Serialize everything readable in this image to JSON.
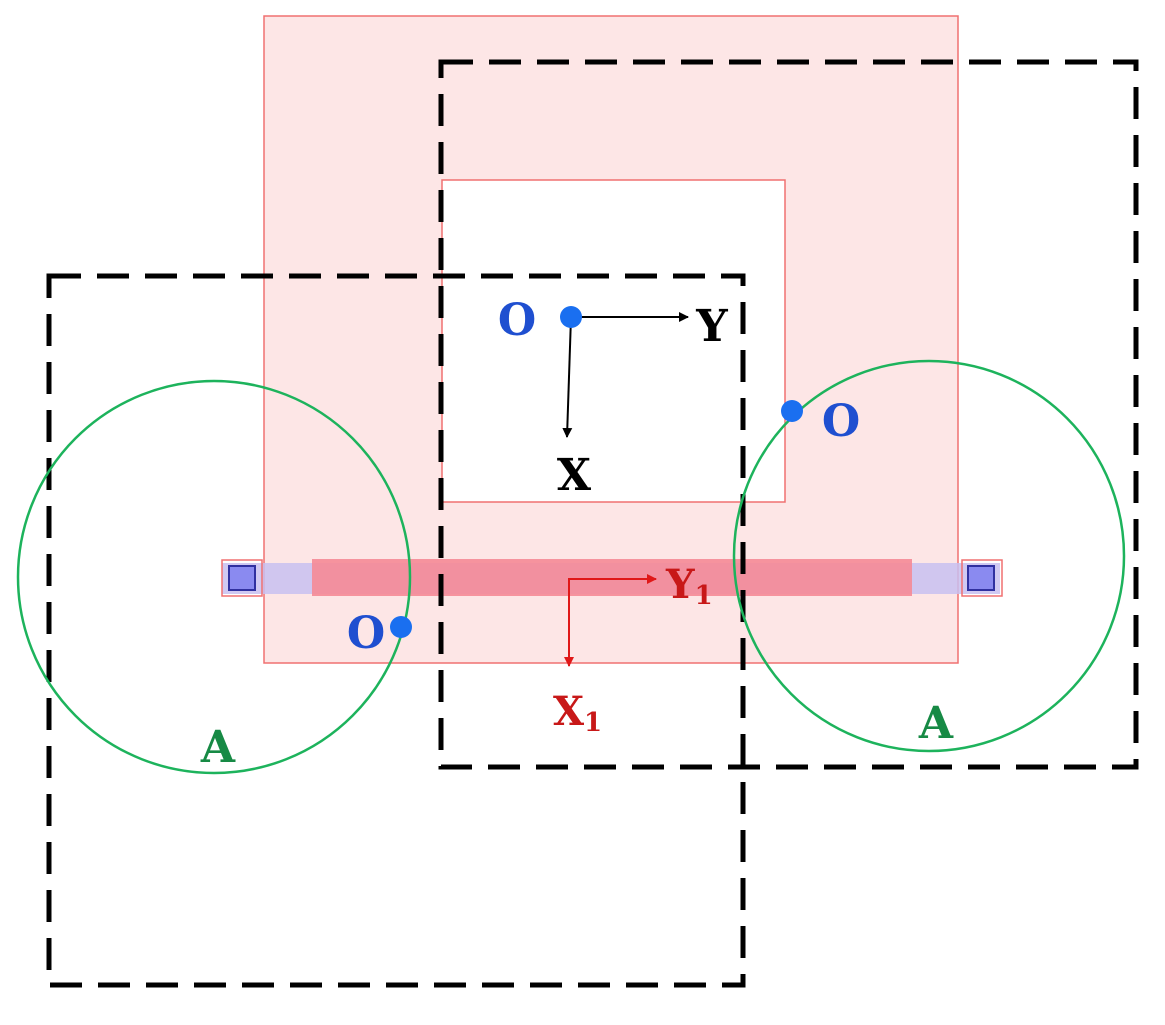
{
  "diagram": {
    "colors": {
      "frame_fill": "#fde6e6",
      "frame_stroke": "#f07070",
      "dashed_box": "#000000",
      "circle": "#1db35c",
      "point": "#1a6ff0",
      "point_label": "#1f4fd0",
      "axis_black": "#000000",
      "axis_red": "#e01818",
      "bar_red": "#f58a96",
      "bar_blue": "#c8c0f0",
      "slider": "#8a8af0",
      "slider_stroke": "#3030a0"
    },
    "labels": {
      "origin_center": "O",
      "origin_right": "O",
      "origin_left": "O",
      "axis_y": "Y",
      "axis_x": "X",
      "axis_y1_base": "Y",
      "axis_y1_sub": "1",
      "axis_x1_base": "X",
      "axis_x1_sub": "1",
      "circle_left": "A",
      "circle_right": "A"
    },
    "icons": {
      "point": "dot-icon",
      "slider": "square-icon",
      "arrow": "arrow-icon"
    }
  }
}
